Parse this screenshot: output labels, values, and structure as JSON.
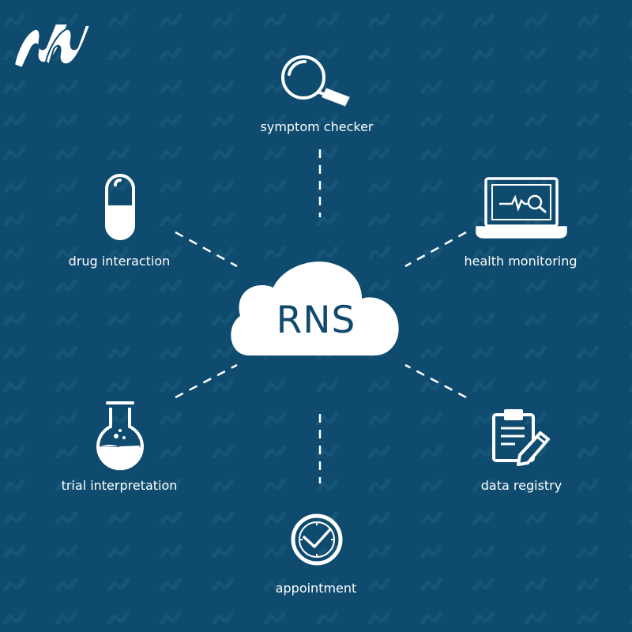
{
  "colors": {
    "background": "#0e4b6e",
    "pattern": "#175577",
    "foreground": "#ffffff",
    "center_text": "#124a6d"
  },
  "center": {
    "label": "RNS",
    "shape": "cloud-shape"
  },
  "logo": {
    "icon": "brand-logo-icon"
  },
  "nodes": [
    {
      "id": "symptom",
      "label": "symptom checker",
      "icon": "magnifier-icon"
    },
    {
      "id": "drug",
      "label": "drug interaction",
      "icon": "pill-capsule-icon"
    },
    {
      "id": "health",
      "label": "health monitoring",
      "icon": "laptop-heartbeat-icon"
    },
    {
      "id": "trial",
      "label": "trial interpretation",
      "icon": "flask-icon"
    },
    {
      "id": "registry",
      "label": "data registry",
      "icon": "clipboard-pen-icon"
    },
    {
      "id": "appointment",
      "label": "appointment",
      "icon": "clock-icon"
    }
  ]
}
